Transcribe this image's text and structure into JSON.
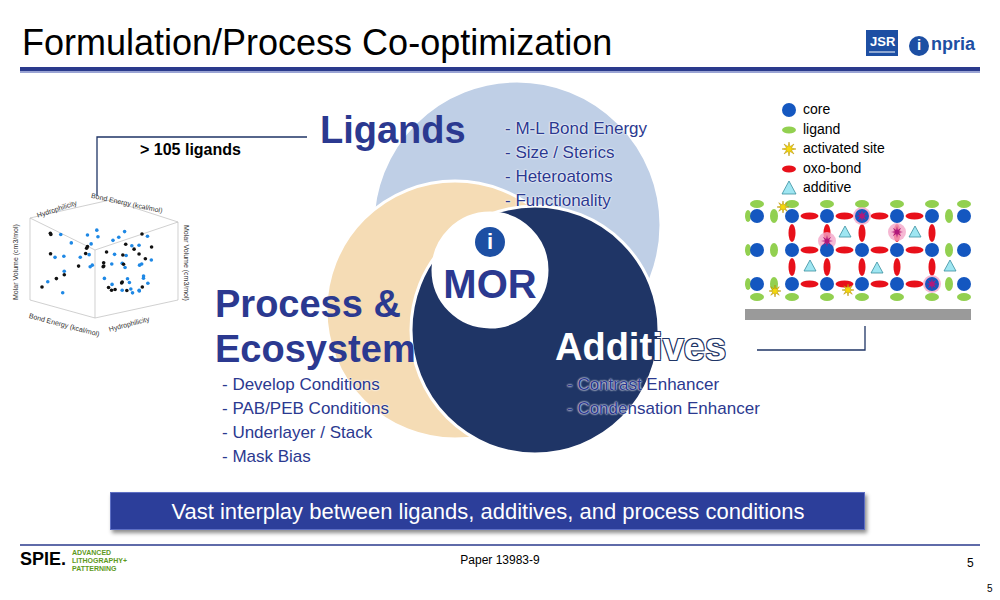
{
  "diagram": {
    "title": "Formulation/Process Co-optimization",
    "nodes": [
      {
        "text": [
          "Ligands",
          "- M-L Bond Energy",
          "- Size / Sterics",
          "- Heteroatoms",
          "- Functionality"
        ]
      },
      {
        "text": [
          "Process & Ecosystem",
          "- Develop Conditions",
          "- PAB/PEB Conditions",
          "- Underlayer / Stack",
          "- Mask Bias"
        ]
      },
      {
        "text": [
          "Additives",
          "- Contrast Enhancer",
          "- Condensation Enhancer"
        ]
      },
      {
        "text": [
          "i",
          "MOR"
        ]
      },
      {
        "text": [
          "Vast interplay between ligands, additives, and process conditions"
        ]
      }
    ],
    "labels": [
      "JSR",
      "i",
      "npria",
      "> 105 ligands",
      "Hydrophilicity",
      "Bond Energy (kcal/mol)",
      "Molar Volume (cm3/mol)",
      "Molar Volume (cm3/mol)",
      "Bond Energy (kcal/mol)",
      "Hydrophilicity",
      "SPIE.",
      "ADVANCED LITHOGRAPHY+ PATTERNING",
      "Paper 13983-9",
      "5",
      "5"
    ],
    "legend": [
      {
        "text": "core",
        "color": "#1457c0"
      },
      {
        "text": "ligand",
        "color": "#92d050"
      },
      {
        "text": "activated site"
      },
      {
        "text": "oxo-bond",
        "color": "#e8101a"
      },
      {
        "text": "additive"
      }
    ]
  }
}
